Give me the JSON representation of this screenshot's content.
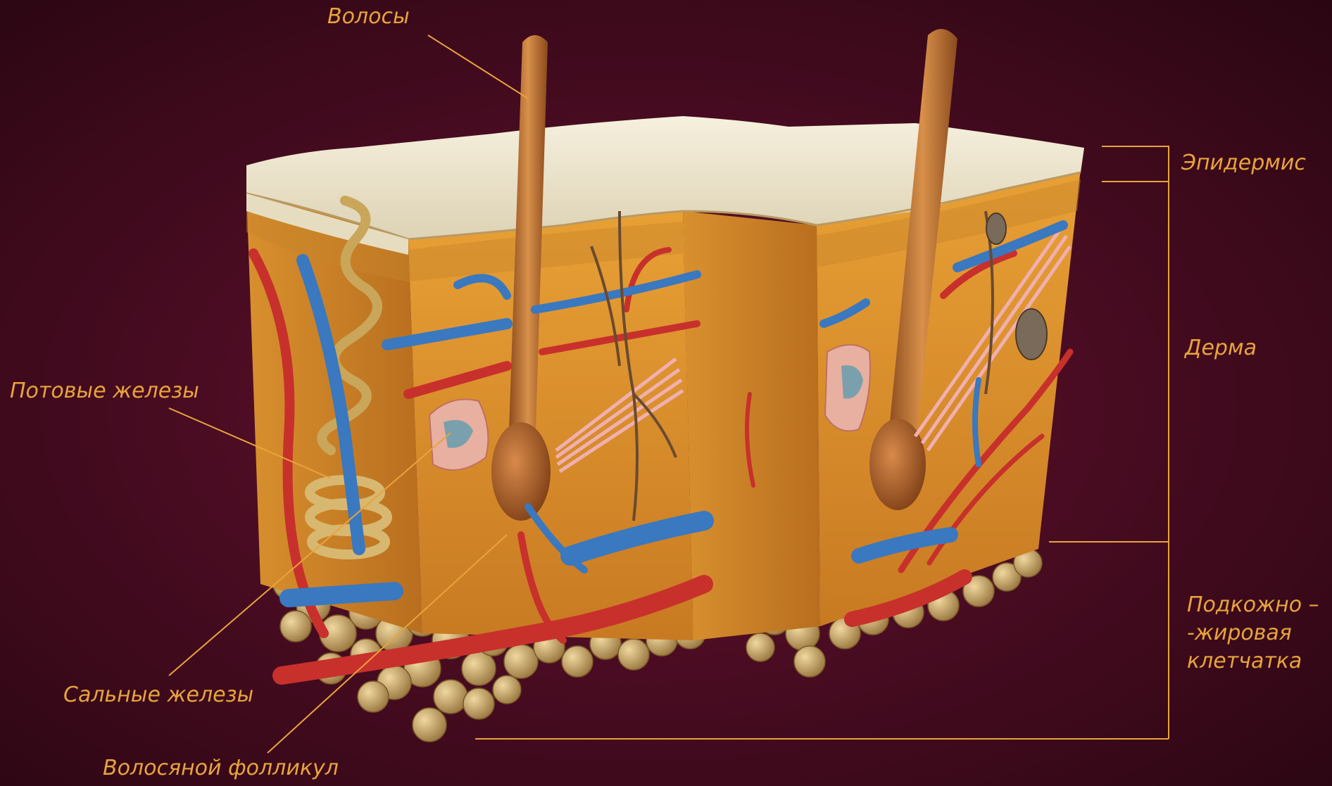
{
  "labels": {
    "hair": "Волосы",
    "epidermis": "Эпидермис",
    "dermis": "Дерма",
    "subcutaneous": "Подкожно –\n-жировая\nклетчатка",
    "sweat_glands": "Потовые железы",
    "sebaceous_glands": "Сальные железы",
    "hair_follicle": "Волосяной фолликул"
  },
  "colors": {
    "label_text": "#e8a43c",
    "leader_line": "#e8a43c",
    "background": "#4a0c22",
    "epidermis": "#efe6cc",
    "dermis": "#e0962e",
    "artery": "#c8302c",
    "vein": "#3a78c0",
    "fat": "#c8a468",
    "hair": "#b56a2e"
  }
}
